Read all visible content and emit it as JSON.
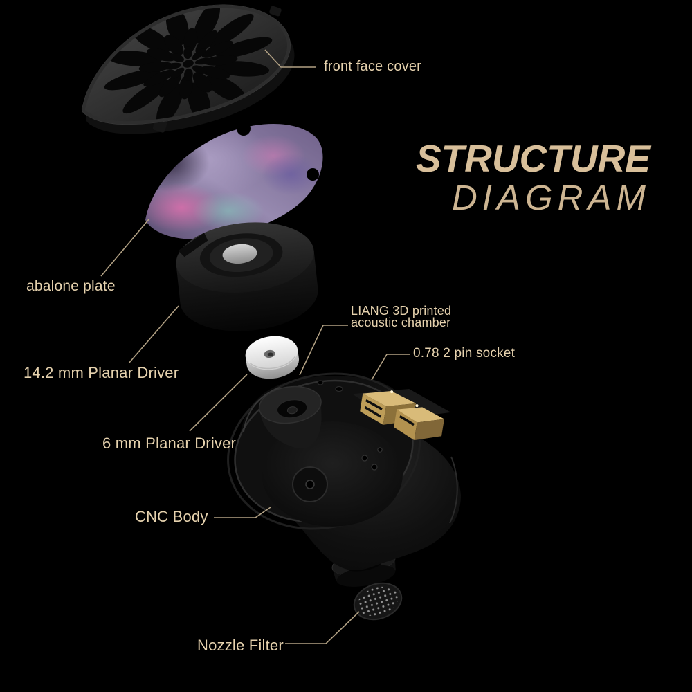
{
  "title": {
    "line1": "STRUCTURE",
    "line2": "DIAGRAM"
  },
  "labels": {
    "front_face_cover": "front face cover",
    "abalone_plate": "abalone plate",
    "planar_driver_142": "14.2 mm Planar Driver",
    "acoustic_chamber": "LIANG 3D printed acoustic chamber",
    "pin_socket": "0.78 2 pin socket",
    "planar_driver_6": "6 mm Planar Driver",
    "cnc_body": "CNC Body",
    "nozzle_filter": "Nozzle Filter"
  },
  "colors": {
    "background": "#000000",
    "label_text": "#e6d2ae",
    "title_text": "#d8bf9a",
    "leader_line": "#b2a184",
    "socket_gold": "#d9bb79",
    "abalone_purple": "#8b7ba3",
    "abalone_pink": "#dd77b1",
    "abalone_teal": "#86d7c3",
    "driver_disc_white": "#efefef"
  }
}
